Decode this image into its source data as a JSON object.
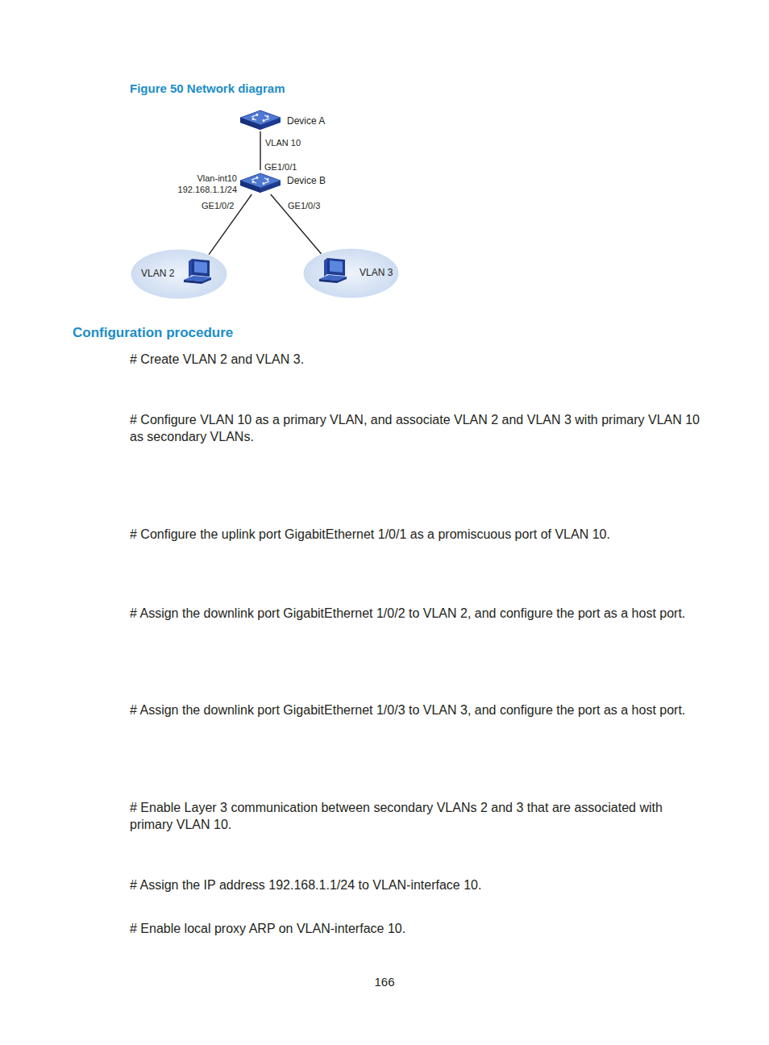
{
  "diagram": {
    "title": "Figure 50 Network diagram",
    "nodes": [
      {
        "text": [
          "Device A"
        ]
      },
      {
        "text": [
          "Device B"
        ]
      },
      {
        "text": [
          "VLAN 2"
        ]
      },
      {
        "text": [
          "VLAN 3"
        ]
      }
    ],
    "edges": [
      {
        "from": 0,
        "to": 1,
        "label": "VLAN 10",
        "arrow": "none"
      },
      {
        "from": 1,
        "to": 2,
        "arrow": "none"
      },
      {
        "from": 1,
        "to": 3,
        "arrow": "none"
      }
    ],
    "labels": [
      "GE1/0/1",
      "Vlan-int10 192.168.1.1/24",
      "GE1/0/2",
      "GE1/0/3",
      "Configuration procedure",
      "# Create VLAN 2 and VLAN 3.",
      "# Configure VLAN 10 as a primary VLAN, and associate VLAN 2 and VLAN 3 with primary VLAN 10 as secondary VLANs.",
      "# Configure the uplink port GigabitEthernet 1/0/1 as a promiscuous port of VLAN 10.",
      "# Assign the downlink port GigabitEthernet 1/0/2 to VLAN 2, and configure the port as a host port.",
      "# Assign the downlink port GigabitEthernet 1/0/3 to VLAN 3, and configure the port as a host port.",
      "# Enable Layer 3 communication between secondary VLANs 2 and 3 that are associated with primary VLAN 10.",
      "# Assign the IP address 192.168.1.1/24 to VLAN-interface 10.",
      "# Enable local proxy ARP on VLAN-interface 10.",
      "166"
    ]
  }
}
